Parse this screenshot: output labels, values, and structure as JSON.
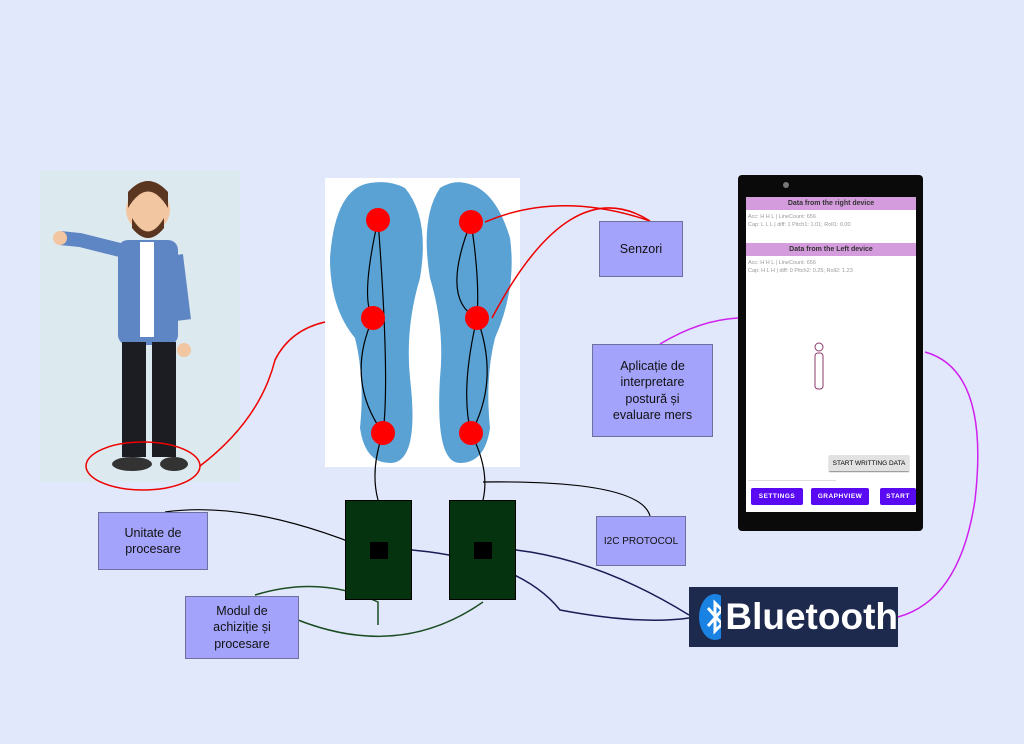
{
  "labels": {
    "sensors": "Senzori",
    "app": "Aplicație de interpretare postură și evaluare mers",
    "i2c": "I2C PROTOCOL",
    "processing_unit": "Unitate de procesare",
    "acquisition_module": "Modul de achiziție și procesare",
    "bluetooth": "Bluetooth"
  },
  "phone": {
    "right_header": "Data from the right device",
    "right_line1": "Acc: H H L | LineCount: 656",
    "right_line2": "Cap: L L L | diff: 1 Pitch1: 1.01; Roll1: 0.00",
    "left_header": "Data from the Left device",
    "left_line1": "Acc: H H L | LineCount: 656",
    "left_line2": "Cap: H L H | diff: 0 Pitch2: 0.25; Roll2: 1.23",
    "start_writing": "START WRITTING DATA",
    "settings": "SETTINGS",
    "graphview": "GRAPHVIEW",
    "start": "START"
  },
  "colors": {
    "box": "#a3a3fb",
    "board": "#05330f",
    "sensor": "#ff0000",
    "bluetooth": "#1e2a4d"
  }
}
